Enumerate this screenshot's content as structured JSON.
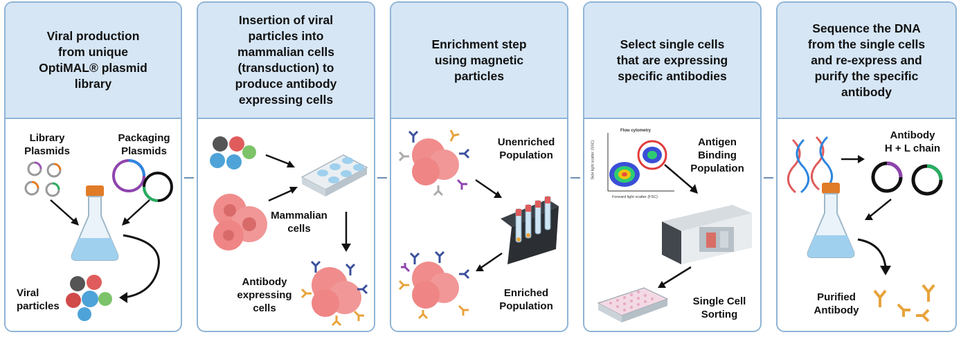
{
  "panels": [
    {
      "title": "Viral production\nfrom unique\nOptiMAL® plasmid\nlibrary",
      "labels": {
        "library_plasmids": "Library\nPlasmids",
        "packaging_plasmids": "Packaging\nPlasmids",
        "viral_particles": "Viral\nparticles"
      }
    },
    {
      "title": "Insertion of viral\nparticles into\nmammalian cells\n(transduction) to\nproduce antibody\nexpressing cells",
      "labels": {
        "mammalian_cells": "Mammalian\ncells",
        "antibody_expressing_cells": "Antibody\nexpressing\ncells"
      }
    },
    {
      "title": "Enrichment step\nusing magnetic\nparticles",
      "labels": {
        "unenriched_population": "Unenriched\nPopulation",
        "enriched_population": "Enriched\nPopulation"
      }
    },
    {
      "title": "Select single cells\nthat are expressing\nspecific antibodies",
      "labels": {
        "antigen_binding_population": "Antigen\nBinding\nPopulation",
        "single_cell_sorting": "Single Cell\nSorting",
        "flow_title": "Flow cytometry",
        "flow_xlabel": "Forward light scatter (FSC)",
        "flow_ylabel": "Side light scatter (SSC)"
      }
    },
    {
      "title": "Sequence the DNA\nfrom the single cells\nand re-express and\npurify the specific\nantibody",
      "labels": {
        "antibody_chain": "Antibody\nH + L chain",
        "purified_antibody": "Purified\nAntibody"
      }
    }
  ],
  "colors": {
    "panel_border": "#8fb4d6",
    "header_bg": "#d6e6f5",
    "cell_pink": "#f08c8c",
    "antibody_blue": "#3a4f9c",
    "antibody_orange": "#e8a33a"
  }
}
